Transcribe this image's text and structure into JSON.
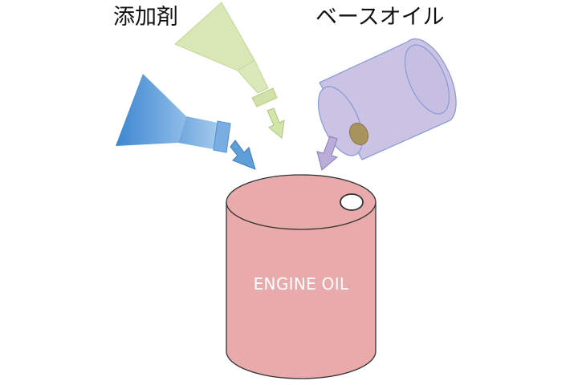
{
  "labels": {
    "additive": "添加剤",
    "base_oil": "ベースオイル",
    "engine_oil": "ENGINE OIL"
  },
  "colors": {
    "blue_funnel": "#4f8fd6",
    "green_funnel": "#d8e6b4",
    "green_arrow": "#cfe3a6",
    "blue_arrow": "#5b9bd5",
    "purple_can": "#c9c2e3",
    "purple_arrow": "#b4a7d6",
    "can_opening": "#a8925e",
    "engine_drum": "#e8a8a8",
    "outline": "#333333"
  },
  "icons": {
    "additive_funnel_blue": "funnel-icon",
    "additive_funnel_green": "funnel-icon",
    "base_oil_can": "cylinder-can-icon",
    "engine_oil_drum": "oil-drum-icon",
    "arrows": "down-arrow-icon"
  }
}
